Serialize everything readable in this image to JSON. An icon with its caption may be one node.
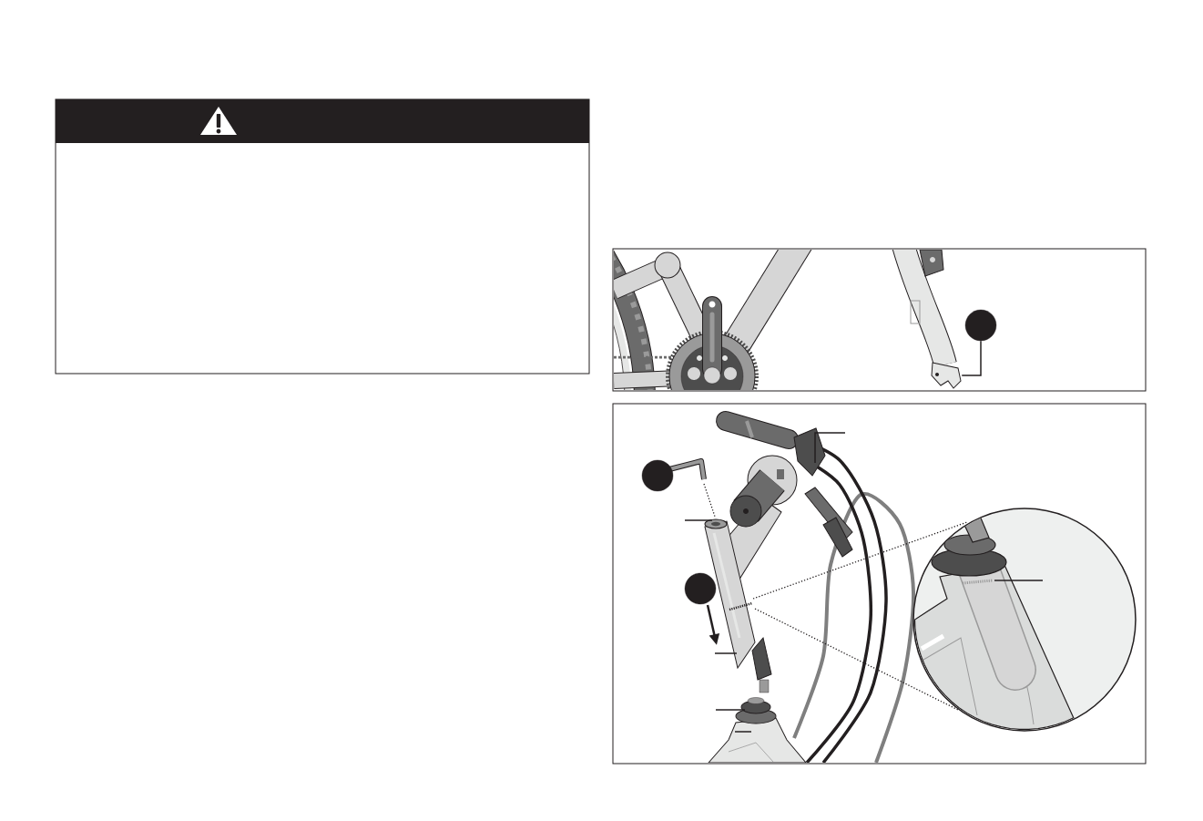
{
  "diagram": {
    "nodes": [
      {
        "text": [],
        "shape": "circle"
      },
      {
        "text": [],
        "shape": "picture"
      },
      {
        "text": [],
        "shape": "circle"
      },
      {
        "text": [],
        "shape": "circle"
      }
    ],
    "edges": [
      {
        "from": 0,
        "to": 1,
        "arrow": "none"
      }
    ]
  }
}
